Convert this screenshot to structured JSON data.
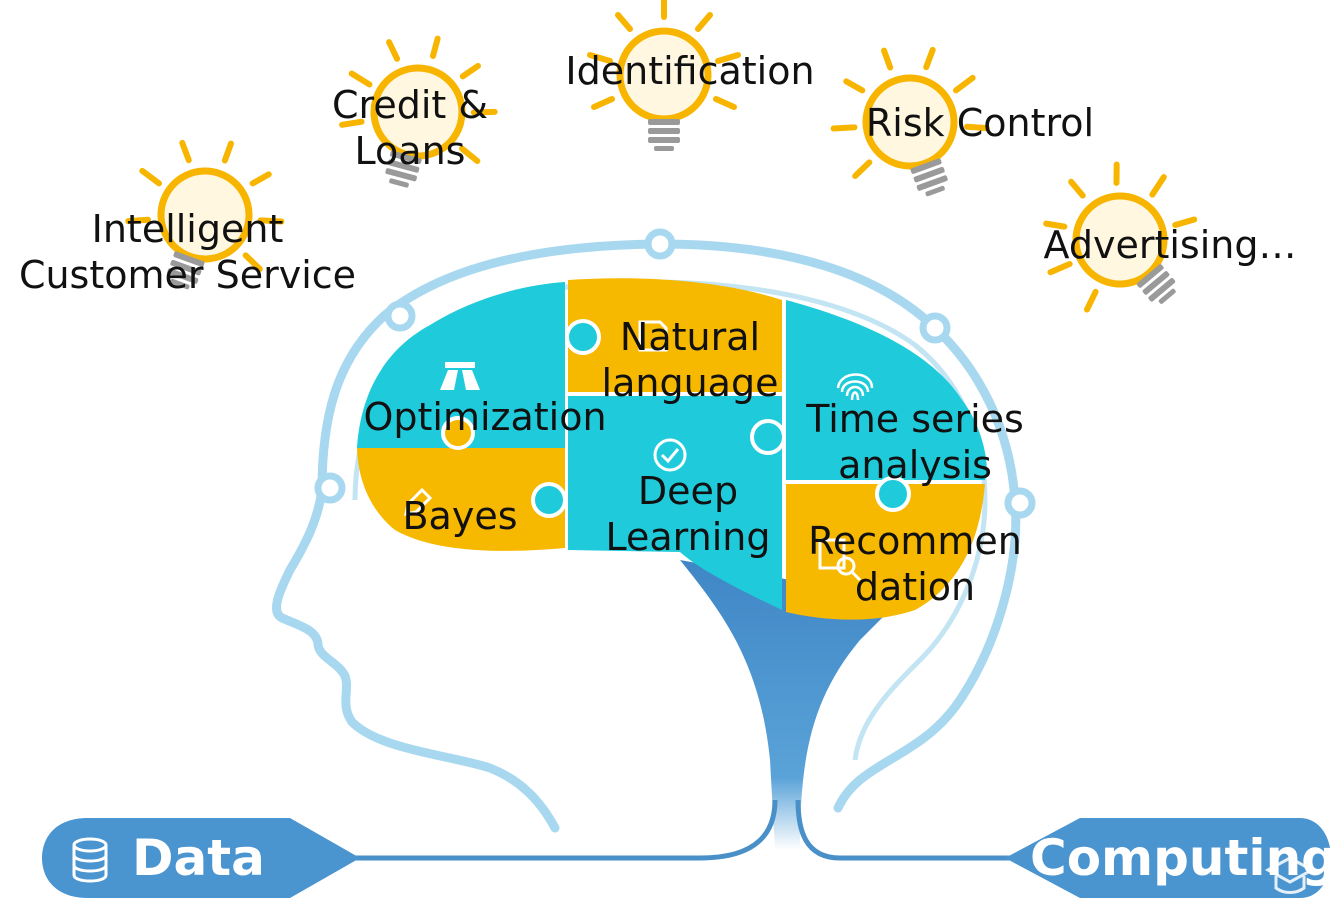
{
  "applications": {
    "intelligent_customer_service": {
      "line1": "Intelligent",
      "line2": "Customer Service"
    },
    "credit_loans": {
      "line1": "Credit &",
      "line2": "Loans"
    },
    "identification": "Identification",
    "risk_control": "Risk Control",
    "advertising": "Advertising…"
  },
  "brain_modules": {
    "optimization": "Optimization",
    "bayes": "Bayes",
    "natural_language": {
      "line1": "Natural",
      "line2": "language"
    },
    "deep_learning": {
      "line1": "Deep",
      "line2": "Learning"
    },
    "time_series": {
      "line1": "Time series",
      "line2": "analysis"
    },
    "recommendation": {
      "line1": "Recommen",
      "line2": "dation"
    }
  },
  "foundations": {
    "data": "Data",
    "computing": "Computing"
  },
  "colors": {
    "cyan": "#1fcbdb",
    "gold": "#f7b800",
    "outline": "#a8d8ef",
    "stem": "#4a90c8",
    "banner": "#4a94d0"
  },
  "icons": [
    "lightbulb-icon",
    "road-icon",
    "pencil-icon",
    "document-icon",
    "check-circle-icon",
    "fingerprint-icon",
    "search-chart-icon",
    "database-icon",
    "graduation-cap-icon"
  ]
}
